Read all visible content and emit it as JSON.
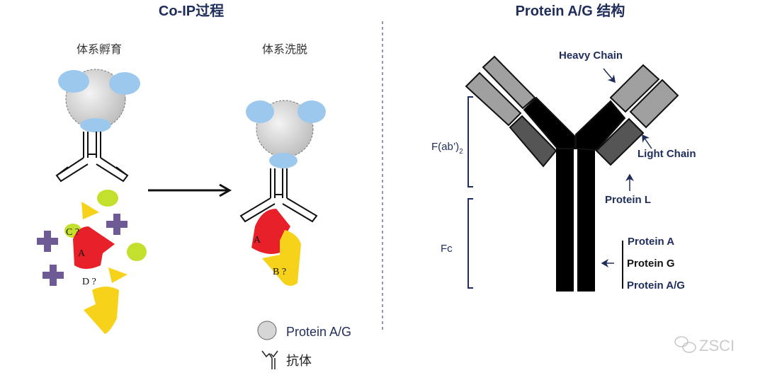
{
  "left_panel": {
    "title": "Co-IP过程",
    "step1_label": "体系孵育",
    "step2_label": "体系洗脱",
    "mixture_labels": {
      "c": "C ?",
      "a": "A",
      "d": "D ?"
    },
    "eluted_labels": {
      "a": "A",
      "b": "B ?"
    },
    "legend": [
      {
        "icon": "bead-circle-icon",
        "label": "Protein A/G"
      },
      {
        "icon": "antibody-icon",
        "label": "抗体"
      }
    ]
  },
  "right_panel": {
    "title": "Protein A/G 结构",
    "heavy_chain": "Heavy Chain",
    "light_chain": "Light Chain",
    "protein_l": "Protein L",
    "fab_label": "F(ab’)",
    "fab_subscript": "2",
    "fc_label": "Fc",
    "fc_binders": [
      "Protein A",
      "Protein G",
      "Protein A/G"
    ]
  },
  "watermark": "ZSCI",
  "colors": {
    "navy": "#1f2d5a",
    "blue_blob": "#9cc8ee",
    "red": "#e8202a",
    "yellow": "#f7d21a",
    "lime": "#c3e02e",
    "purple": "#6e5a94"
  }
}
